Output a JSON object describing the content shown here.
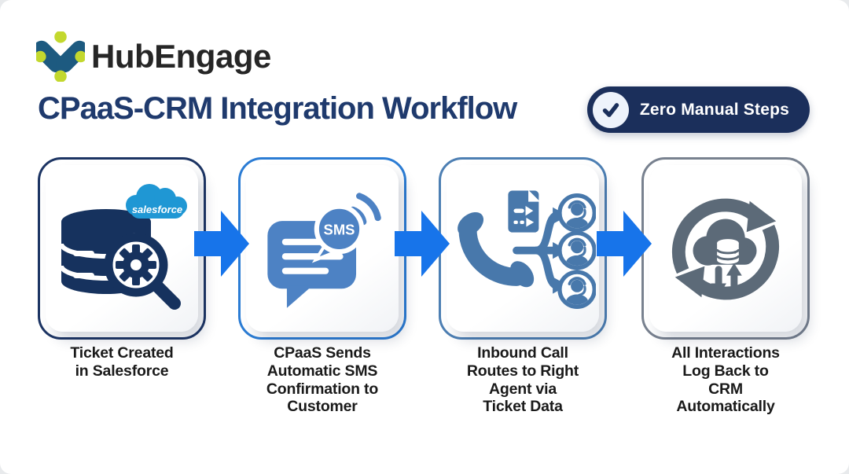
{
  "brand": {
    "name": "HubEngage"
  },
  "header": {
    "title": "CPaaS-CRM Integration Workflow"
  },
  "badge": {
    "label": "Zero Manual Steps"
  },
  "colors": {
    "title_navy": "#1f3a6d",
    "badge_navy": "#1b2f5b",
    "arrow_blue": "#1774ea",
    "logo_mark_blue": "#1d5a80",
    "logo_dot_green": "#c3d82e",
    "salesforce_blue": "#1f97d4",
    "step1_icon_navy": "#16325e",
    "step2_icon_blue": "#4d82c4",
    "step3_icon_steel": "#4878ab",
    "step4_icon_gray": "#5c6a78"
  },
  "workflow": {
    "steps": [
      {
        "id": "ticket-created",
        "caption": "Ticket Created\nin Salesforce",
        "border_color": "#1c3463",
        "icon": "database-search-icon",
        "overlay_label": "salesforce"
      },
      {
        "id": "sms-confirmation",
        "caption": "CPaaS Sends\nAutomatic SMS\nConfirmation to\nCustomer",
        "border_color": "#2b7cd4",
        "icon": "sms-chat-bubble-icon",
        "overlay_label": "SMS"
      },
      {
        "id": "call-routing",
        "caption": "Inbound Call\nRoutes to Right\nAgent via\nTicket Data",
        "border_color": "#4d7fb3",
        "icon": "call-routing-agents-icon"
      },
      {
        "id": "crm-sync",
        "caption": "All Interactions\nLog Back to\nCRM\nAutomatically",
        "border_color": "#78818f",
        "icon": "cloud-sync-icon"
      }
    ]
  }
}
